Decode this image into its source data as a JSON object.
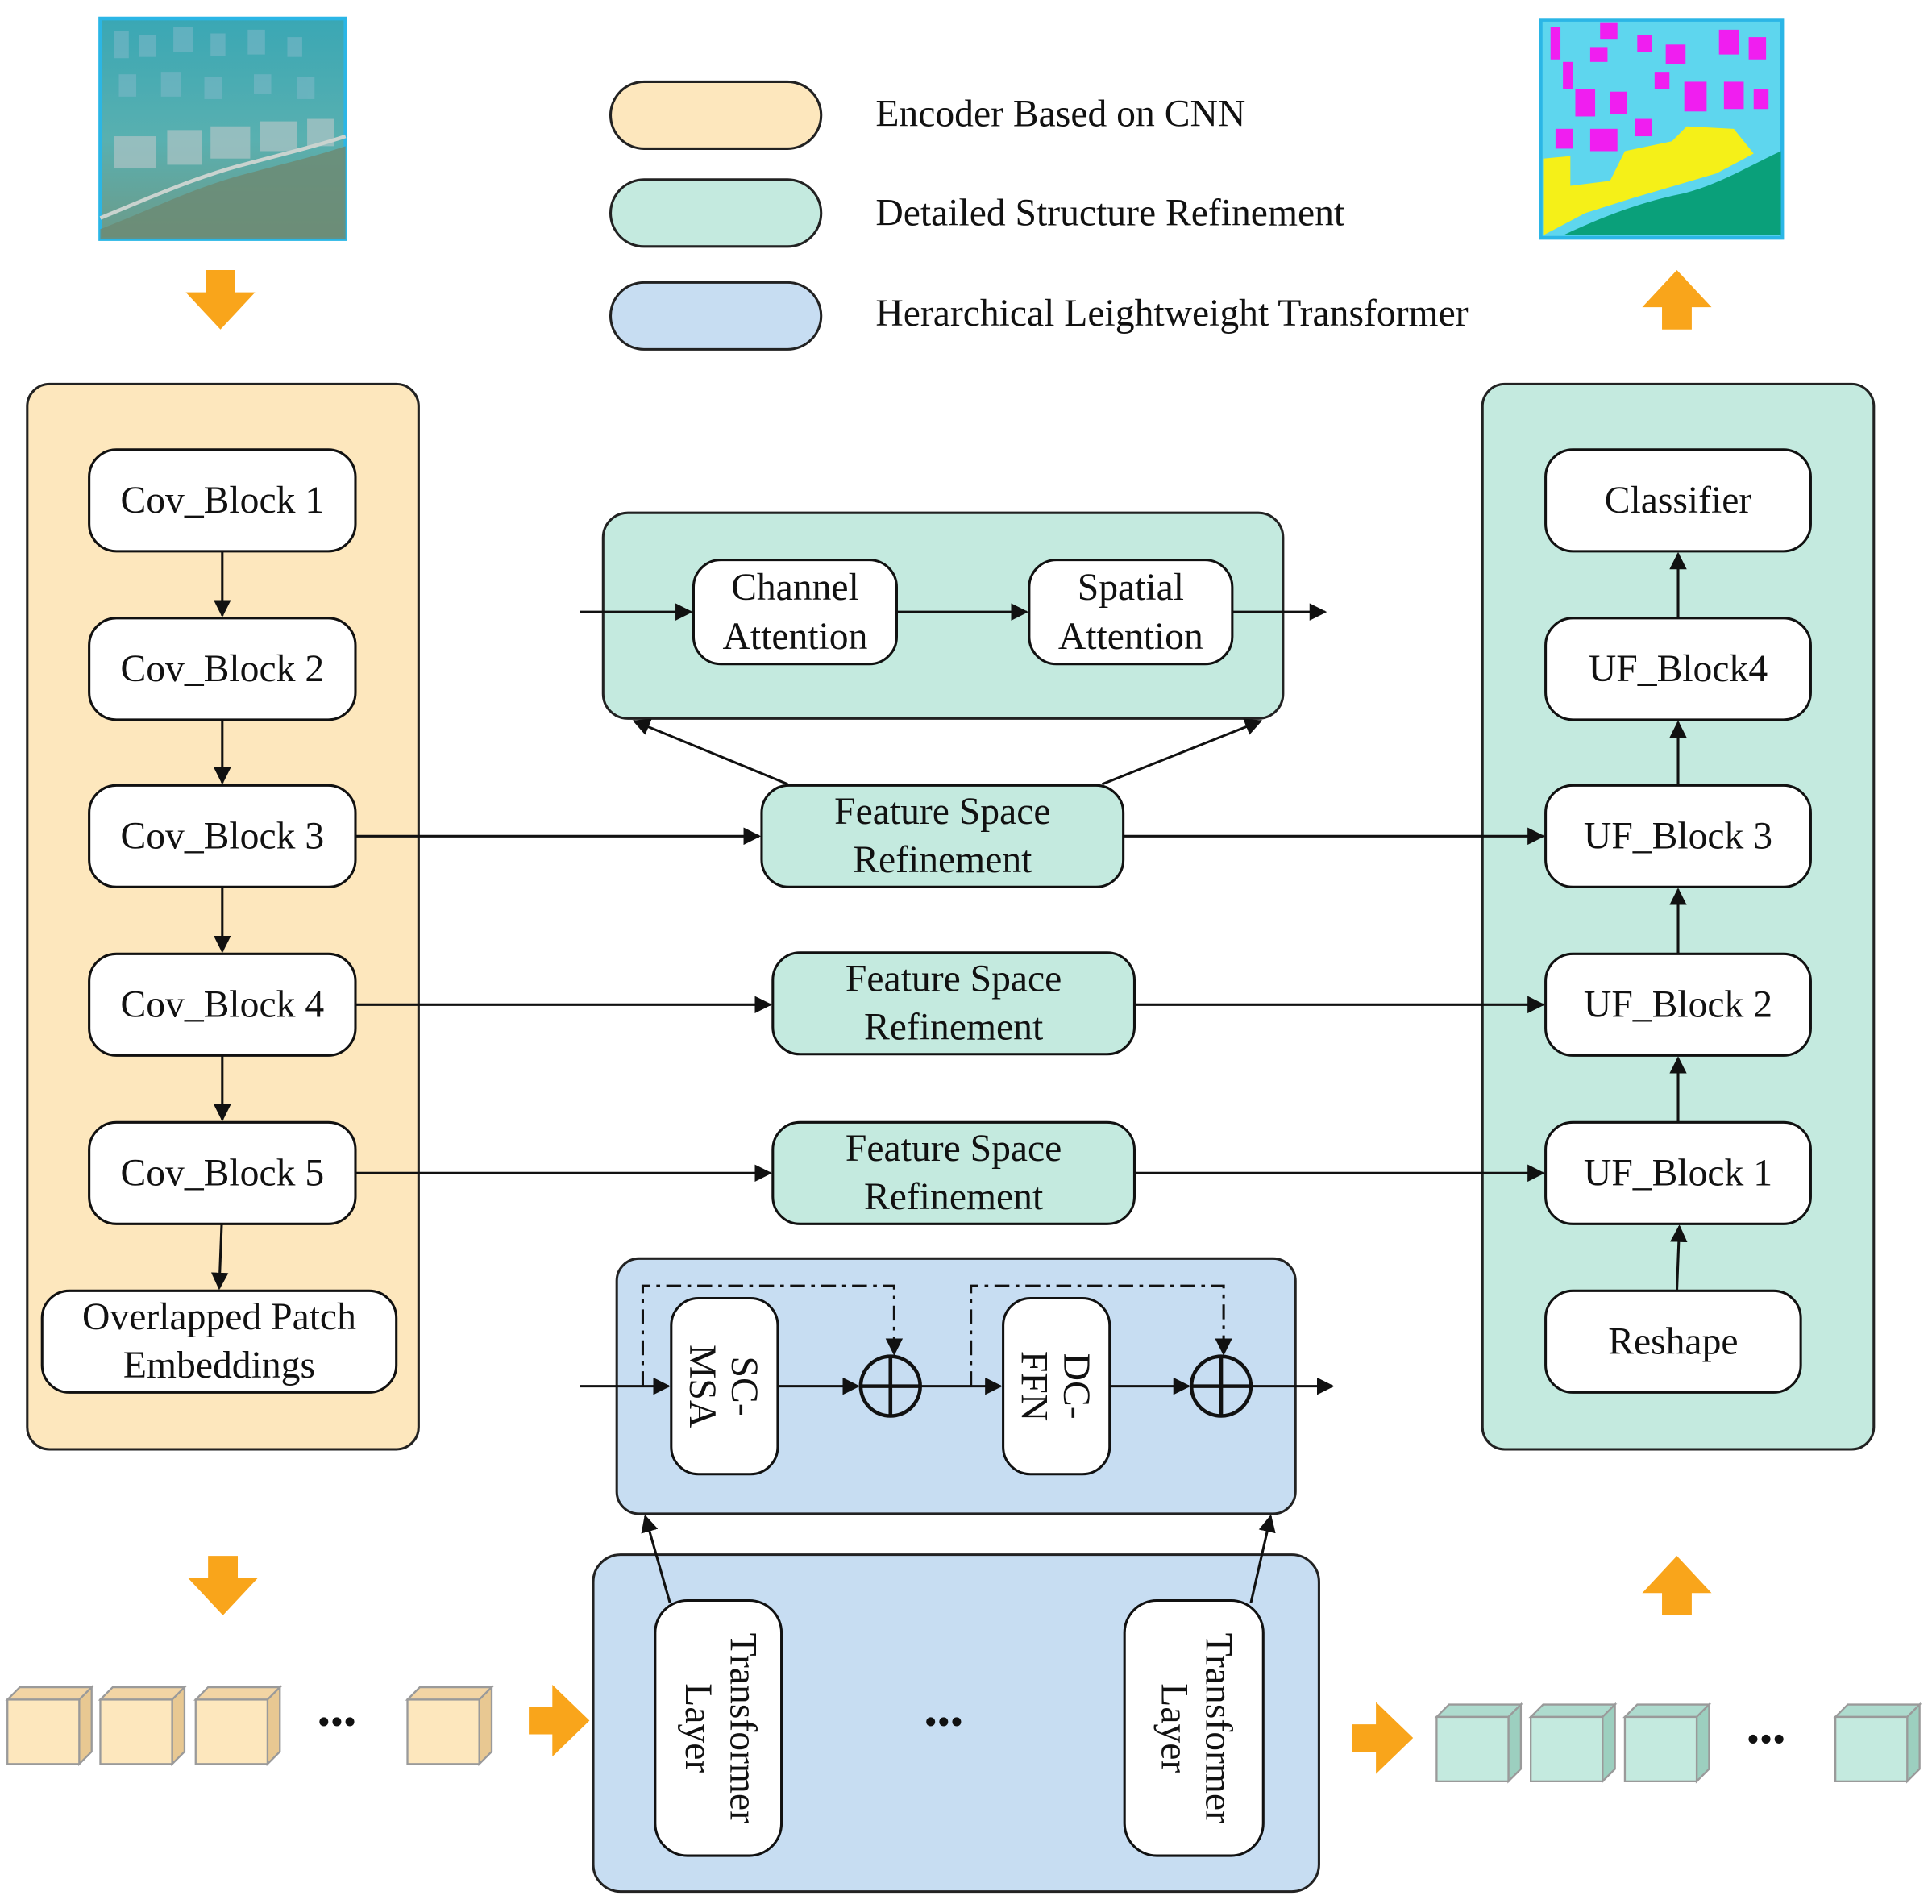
{
  "legend": [
    {
      "label": "Encoder Based on CNN",
      "color": "#fde7bd"
    },
    {
      "label": "Detailed Structure Refinement",
      "color": "#c4eadf"
    },
    {
      "label": "Herarchical Leightweight Transformer",
      "color": "#c7ddf2"
    }
  ],
  "encoder": {
    "blocks": [
      "Cov_Block 1",
      "Cov_Block 2",
      "Cov_Block 3",
      "Cov_Block 4",
      "Cov_Block 5"
    ],
    "embed": [
      "Overlapped Patch",
      "Embeddings"
    ]
  },
  "decoder": {
    "classifier": "Classifier",
    "blocks": [
      "UF_Block4",
      "UF_Block 3",
      "UF_Block 2",
      "UF_Block 1"
    ],
    "reshape": "Reshape"
  },
  "attention": {
    "channel": [
      "Channel",
      "Attention"
    ],
    "spatial": [
      "Spatial",
      "Attention"
    ]
  },
  "fsr": {
    "lines": [
      "Feature Space",
      "Refinement"
    ]
  },
  "transformer_block": {
    "msa": [
      "SC-",
      "MSA"
    ],
    "ffn": [
      "DC-",
      "FFN"
    ]
  },
  "transformer_layer": {
    "lines": [
      "Transformer",
      "Layer"
    ]
  },
  "ellipsis": "•••",
  "colors": {
    "orange_arrow": "#f9a51b",
    "encoder_fill": "#fde7bd",
    "refine_fill": "#c4eadf",
    "transformer_fill": "#c7ddf2",
    "seg_sea": "#5ed6ee",
    "seg_magenta": "#f01ef0",
    "seg_yellow": "#f5f018",
    "seg_green": "#0aa07a"
  }
}
